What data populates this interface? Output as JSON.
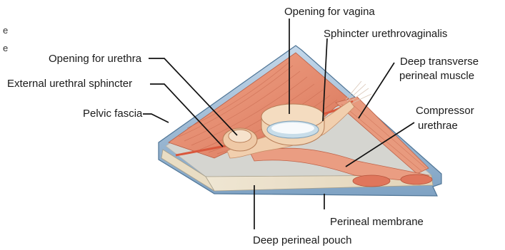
{
  "labels": {
    "opening_vagina": "Opening for vagina",
    "sphincter_urethrovaginalis": "Sphincter urethrovaginalis",
    "deep_transverse_line1": "Deep transverse",
    "deep_transverse_line2": "perineal muscle",
    "opening_urethra": "Opening for urethra",
    "external_urethral_sphincter": "External urethral sphincter",
    "pelvic_fascia": "Pelvic fascia",
    "compressor_line1": "Compressor",
    "compressor_line2": "urethrae",
    "perineal_membrane": "Perineal membrane",
    "deep_perineal_pouch": "Deep perineal pouch"
  },
  "fragment_text": [
    "e",
    "e"
  ],
  "colors": {
    "muscle": "#e6957a",
    "muscle_dark": "#c9684e",
    "muscle_stripe": "#d9583d",
    "fascia_blue": "#a9c4dd",
    "fascia_blue_dark": "#5f88ad",
    "membrane_grey": "#d7d7d2",
    "membrane_cream": "#ede2cc",
    "sphincter_cream": "#f1d2b2",
    "opening_blue": "#c8dde9"
  }
}
